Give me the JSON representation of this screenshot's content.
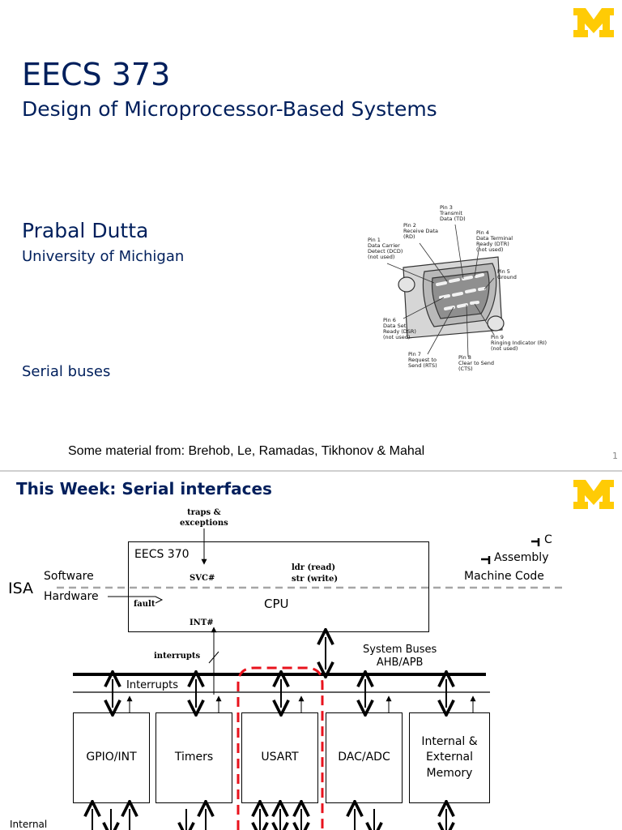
{
  "slide1": {
    "course_code": "EECS 373",
    "course_title": "Design of Microprocessor-Based Systems",
    "author": "Prabal Dutta",
    "affiliation": "University of Michigan",
    "topic": "Serial buses",
    "credits": "Some material from: Brehob, Le, Ramadas, Tikhonov & Mahal",
    "page_number": "1",
    "connector_pins": [
      "Pin 1\nData Carrier\nDetect (DCD)\n(not used)",
      "Pin 2\nReceive Data\n(RD)",
      "Pin 3\nTransmit\nData (TD)",
      "Pin 4\nData Terminal\nReady (DTR)\n(not used)",
      "Pin 5\nGround",
      "Pin 6\nData Set\nReady (DSR)\n(not used)",
      "Pin 7\nRequest to\nSend (RTS)",
      "Pin 8\nClear to Send\n(CTS)",
      "Pin 9\nRinging Indicator (RI)\n(not used)"
    ]
  },
  "slide2": {
    "title": "This Week: Serial interfaces",
    "diagram": {
      "traps_label": "traps &\nexceptions",
      "eecs370": "EECS 370",
      "svc": "SVC#",
      "ldr": "ldr (read)",
      "str": "str (write)",
      "cpu": "CPU",
      "fault": "fault",
      "int_hash": "INT#",
      "isa": "ISA",
      "software": "Software",
      "hardware": "Hardware",
      "c_label": "C",
      "assembly": "Assembly",
      "machine_code": "Machine Code",
      "interrupts_small": "interrupts",
      "system_buses": "System Buses\nAHB/APB",
      "interrupts_bus": "Interrupts",
      "peripherals": [
        "GPIO/INT",
        "Timers",
        "USART",
        "DAC/ADC",
        "Internal &\nExternal\nMemory"
      ],
      "internal": "Internal"
    }
  },
  "colors": {
    "navy": "#001f5c",
    "maize": "#ffcb05",
    "highlight_red": "#e8121c",
    "isa_line": "#a6a6a6"
  }
}
